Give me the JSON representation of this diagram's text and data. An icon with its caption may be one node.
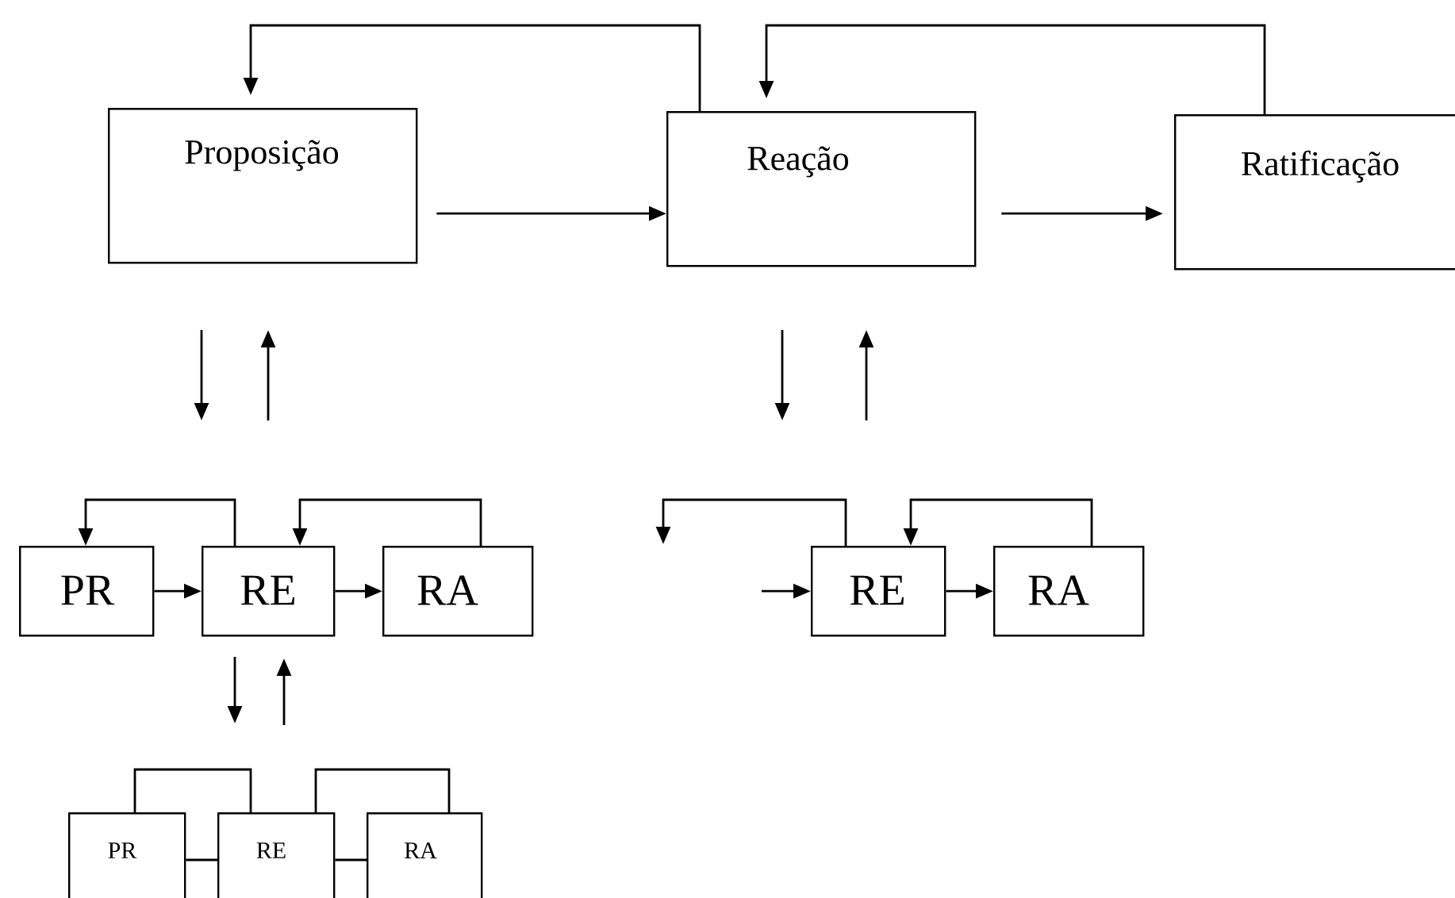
{
  "diagram": {
    "nodes": [
      {
        "text": [
          "Proposição"
        ]
      },
      {
        "text": [
          "Reação"
        ]
      },
      {
        "text": [
          "Ratificação"
        ]
      },
      {
        "text": [
          "PR"
        ]
      },
      {
        "text": [
          "RE"
        ]
      },
      {
        "text": [
          "RA"
        ]
      },
      {
        "text": [
          "RE"
        ]
      },
      {
        "text": [
          "RA"
        ]
      },
      {
        "text": [
          "PR"
        ]
      },
      {
        "text": [
          "RE"
        ]
      },
      {
        "text": [
          "RA"
        ]
      }
    ],
    "edges": [
      {
        "from": 0,
        "to": 1,
        "arrow": "to"
      },
      {
        "from": 1,
        "to": 2,
        "arrow": "to"
      },
      {
        "from": 1,
        "to": 0,
        "arrow": "to"
      },
      {
        "from": 2,
        "to": 1,
        "arrow": "to"
      },
      {
        "from": 3,
        "to": 4,
        "arrow": "to"
      },
      {
        "from": 4,
        "to": 5,
        "arrow": "to"
      },
      {
        "from": 4,
        "to": 3,
        "arrow": "to"
      },
      {
        "from": 5,
        "to": 4,
        "arrow": "to"
      },
      {
        "from": null,
        "to": 6,
        "arrow": "to"
      },
      {
        "from": 6,
        "to": 7,
        "arrow": "to"
      },
      {
        "from": 6,
        "to": null,
        "arrow": "to"
      },
      {
        "from": 7,
        "to": 6,
        "arrow": "to"
      },
      {
        "from": 8,
        "to": 9,
        "arrow": "none"
      },
      {
        "from": 9,
        "to": 10,
        "arrow": "none"
      },
      {
        "from": 8,
        "to": 9,
        "arrow": "none"
      },
      {
        "from": 9,
        "to": 10,
        "arrow": "none"
      }
    ]
  }
}
